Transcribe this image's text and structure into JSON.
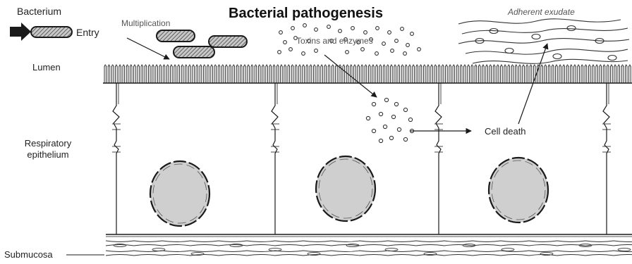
{
  "title": "Bacterial pathogenesis",
  "labels": {
    "bacterium": "Bacterium",
    "entry": "Entry",
    "multiplication": "Multiplication",
    "lumen": "Lumen",
    "respiratory_line1": "Respiratory",
    "respiratory_line2": "epithelium",
    "submucosa": "Submucosa",
    "toxins": "Toxins and enzymes",
    "cell_death": "Cell death",
    "adherent_exudate": "Adherent exudate"
  },
  "colors": {
    "line": "#1a1a1a",
    "nucleus_fill": "#cfcfcf",
    "bacterium_fill": "#bdbdbd",
    "background": "#ffffff"
  }
}
